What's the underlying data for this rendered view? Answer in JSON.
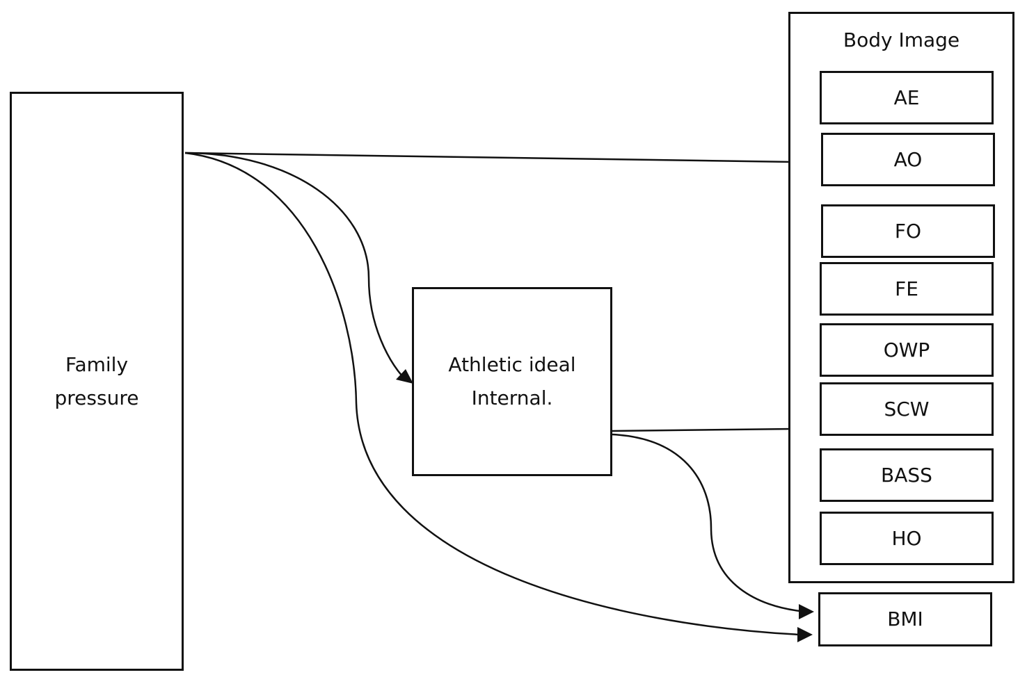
{
  "nodes": {
    "family_pressure": {
      "line1": "Family",
      "line2": "pressure"
    },
    "athletic_ideal": {
      "line1": "Athletic ideal",
      "line2": "Internal."
    },
    "body_image": {
      "title": "Body Image",
      "items": [
        "AE",
        "AO",
        "FO",
        "FE",
        "OWP",
        "SCW",
        "BASS",
        "HO"
      ]
    },
    "bmi": {
      "label": "BMI"
    }
  },
  "edges": [
    {
      "from": "Family pressure",
      "to": "Body Image"
    },
    {
      "from": "Family pressure",
      "to": "Athletic ideal Internal."
    },
    {
      "from": "Family pressure",
      "to": "BMI"
    },
    {
      "from": "Athletic ideal Internal.",
      "to": "Body Image"
    },
    {
      "from": "Athletic ideal Internal.",
      "to": "BMI"
    }
  ]
}
